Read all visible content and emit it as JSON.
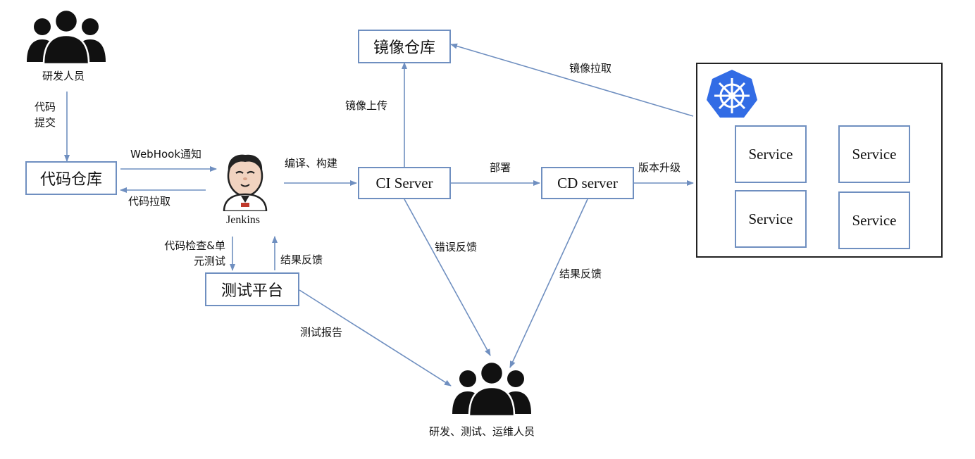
{
  "nodes": {
    "developers": "研发人员",
    "code_repo": "代码仓库",
    "jenkins": "Jenkins",
    "image_repo": "镜像仓库",
    "ci_server": "CI Server",
    "cd_server": "CD server",
    "test_platform": "测试平台",
    "all_staff": "研发、测试、运维人员",
    "services": [
      "Service",
      "Service",
      "Service",
      "Service"
    ]
  },
  "edges": {
    "code_commit": "代码提交",
    "webhook": "WebHook通知",
    "code_pull": "代码拉取",
    "compile_build": "编译、构建",
    "image_upload": "镜像上传",
    "image_pull": "镜像拉取",
    "deploy": "部署",
    "version_upgrade": "版本升级",
    "code_check": "代码检查&单元测试",
    "result_feedback_test": "结果反馈",
    "error_feedback": "错误反馈",
    "result_feedback_cd": "结果反馈",
    "test_report": "测试报告"
  },
  "colors": {
    "arrow": "#6f8fc0",
    "box_border": "#6f8fc0",
    "k8s_blue": "#326ce5",
    "people": "#111111"
  },
  "icons": [
    "people-group-icon",
    "jenkins-butler-icon",
    "kubernetes-helm-icon"
  ]
}
